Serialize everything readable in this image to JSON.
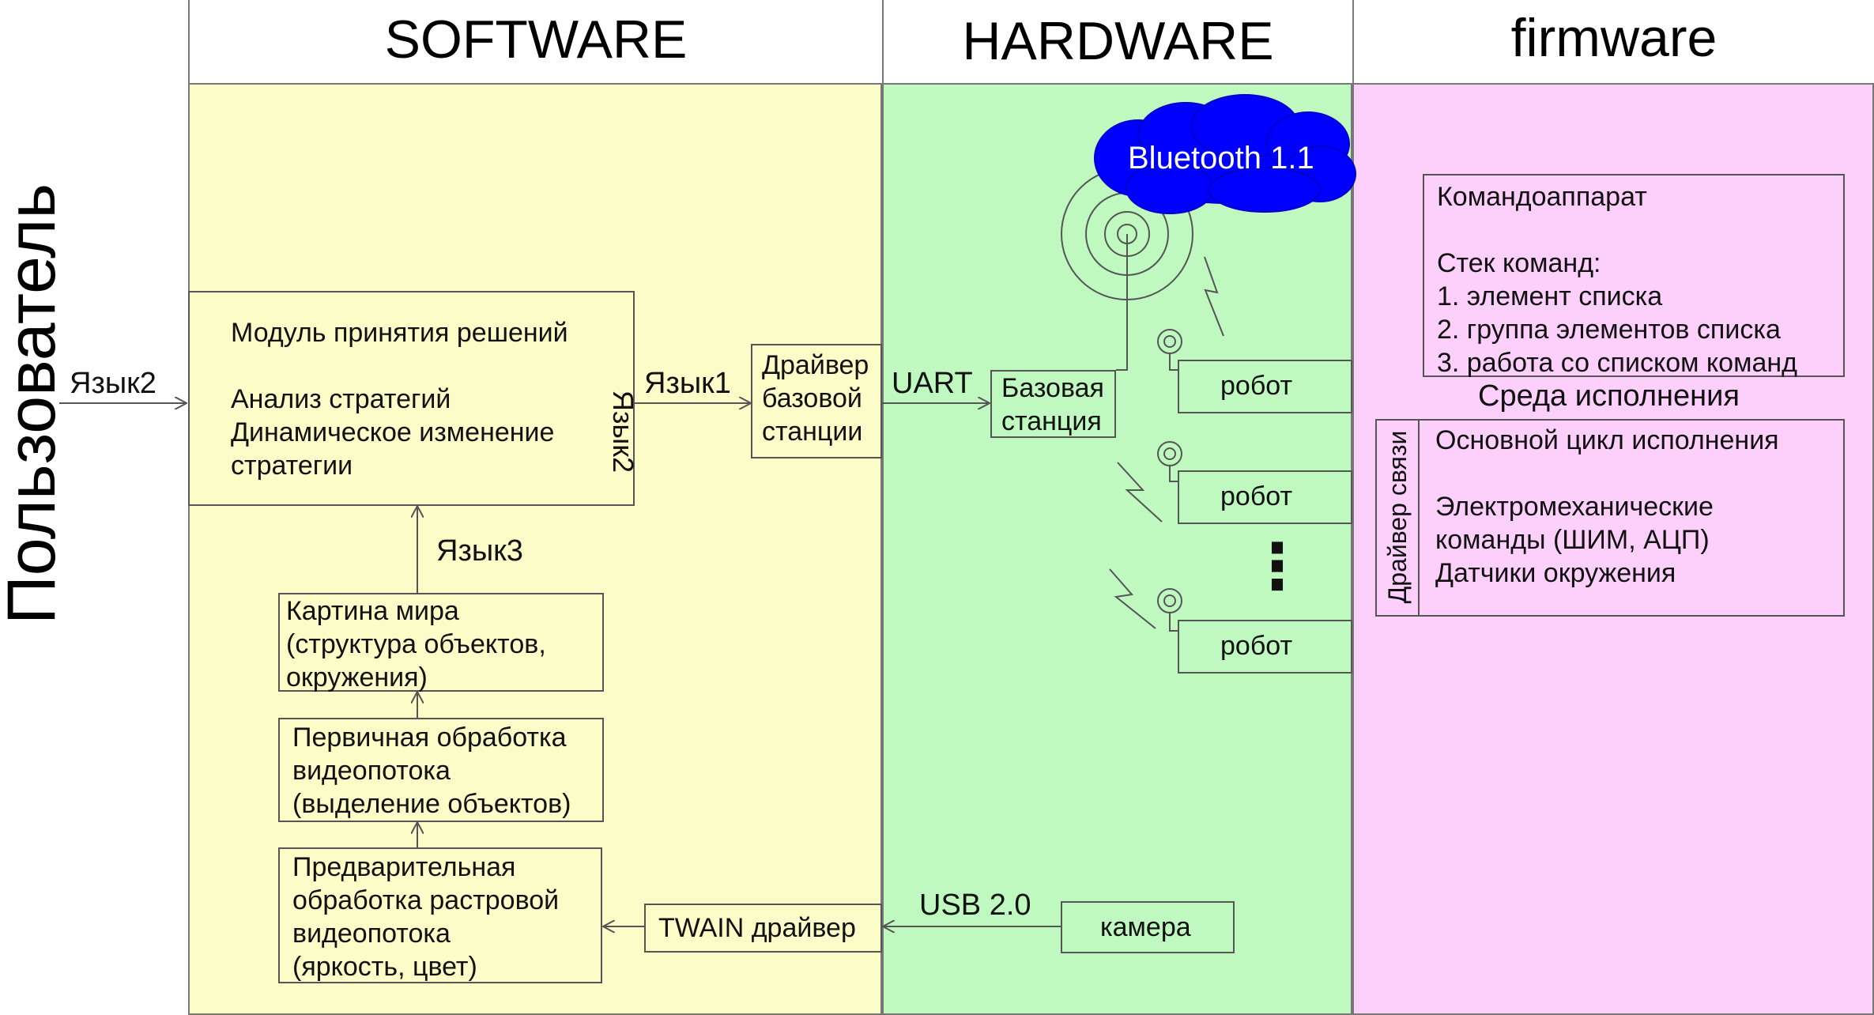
{
  "headers": {
    "software": "SOFTWARE",
    "hardware": "HARDWARE",
    "firmware": "firmware"
  },
  "user_label": "Пользователь",
  "colors": {
    "software_bg": "#fcfcc8",
    "hardware_bg": "#bff9c0",
    "firmware_bg": "#fdd0fc",
    "cloud": "#0000ff",
    "border": "#555555"
  },
  "labels": {
    "lang2_left": "Язык2",
    "lang2_vertical": "Язык2",
    "lang1": "Язык1",
    "lang3": "Язык3",
    "uart": "UART",
    "usb": "USB 2.0",
    "bluetooth": "Bluetooth 1.1",
    "exec_env": "Среда исполнения",
    "comm_driver": "Драйвер связи",
    "dots": "⋮"
  },
  "boxes": {
    "decision_module": "Модуль принятия решений\n\nАнализ стратегий\nДинамическое изменение\nстратегии",
    "world_picture": "Картина мира\n(структура объектов,\nокружения)",
    "primary_processing": "Первичная обработка\nвидеопотока\n(выделение объектов)",
    "preliminary_processing": "Предварительная\nобработка растровой\nвидеопотока\n(яркость, цвет)",
    "twain_driver": "TWAIN драйвер",
    "base_driver": "Драйвер\nбазовой\nстанции",
    "base_station": "Базовая\nстанция",
    "robots": [
      "робот",
      "робот",
      "робот"
    ],
    "camera": "камера",
    "command_apparatus": "Командоаппарат\n\nСтек команд:\n1. элемент списка\n2. группа элементов списка\n3. работа со списком команд",
    "main_loop": "Основной цикл исполнения\n\nЭлектромеханические\nкоманды (ШИМ, АЦП)\nДатчики окружения"
  }
}
